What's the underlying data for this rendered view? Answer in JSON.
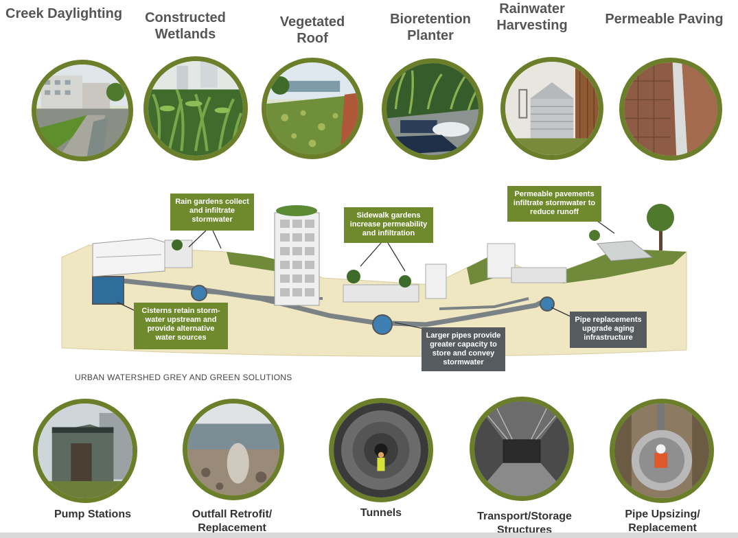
{
  "green_solutions": [
    {
      "label": "Creek Daylighting",
      "icon": "creek-icon"
    },
    {
      "label": "Constructed\nWetlands",
      "icon": "wetlands-icon"
    },
    {
      "label": "Vegetated\nRoof",
      "icon": "green-roof-icon"
    },
    {
      "label": "Bioretention\nPlanter",
      "icon": "planter-icon"
    },
    {
      "label": "Rainwater\nHarvesting",
      "icon": "rain-tank-icon"
    },
    {
      "label": "Permeable Paving",
      "icon": "paving-icon"
    }
  ],
  "diagram": {
    "title": "URBAN WATERSHED GREY AND GREEN SOLUTIONS",
    "callouts": {
      "rain_gardens": "Rain gardens collect\nand infiltrate\nstormwater",
      "sidewalk_gardens": "Sidewalk gardens\nincrease permeability\nand infiltration",
      "permeable_pavements": "Permeable pavements\ninfiltrate stormwater to\nreduce runoff",
      "cisterns": "Cisterns retain storm-\nwater upstream and\nprovide alternative\nwater sources",
      "larger_pipes": "Larger pipes provide\ngreater capacity to\nstore and convey\nstormwater",
      "pipe_replacements": "Pipe replacements\nupgrade aging\ninfrastructure"
    }
  },
  "grey_solutions": [
    {
      "label": "Pump Stations",
      "icon": "pump-station-icon"
    },
    {
      "label": "Outfall Retrofit/\nReplacement",
      "icon": "outfall-icon"
    },
    {
      "label": "Tunnels",
      "icon": "tunnel-icon"
    },
    {
      "label": "Transport/Storage\nStructures",
      "icon": "storage-structure-icon"
    },
    {
      "label": "Pipe Upsizing/\nReplacement",
      "icon": "pipe-icon"
    }
  ],
  "colors": {
    "ring": "#6b7f2a",
    "callout_green": "#6f8a2c",
    "callout_grey": "#555b5f",
    "soil": "#efe6c2",
    "grass": "#6e8a3a",
    "pipe": "#7b8286",
    "water": "#3c7fb0"
  }
}
